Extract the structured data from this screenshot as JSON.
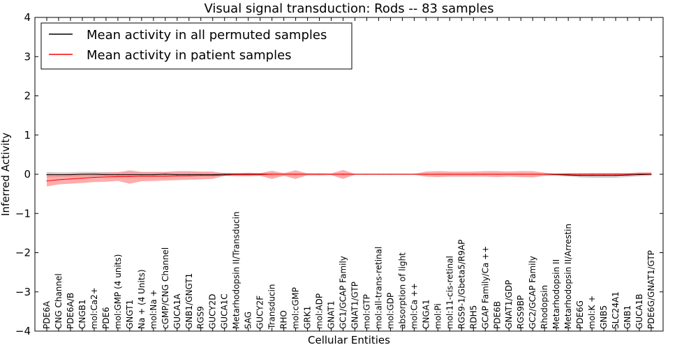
{
  "chart_data": {
    "type": "line",
    "title": "Visual signal transduction: Rods -- 83 samples",
    "xlabel": "Cellular Entities",
    "ylabel": "Inferred Activity",
    "ylim": [
      -4,
      4
    ],
    "yticks": [
      -4,
      -3,
      -2,
      -1,
      0,
      1,
      2,
      3,
      4
    ],
    "ytick_labels": [
      "−4",
      "−3",
      "−2",
      "−1",
      "0",
      "1",
      "2",
      "3",
      "4"
    ],
    "grid": false,
    "legend_position": "top-left",
    "categories": [
      "PDE6A",
      "CNG Channel",
      "PDE6A/B",
      "CNGB1",
      "mol:Ca2+",
      "PDE6",
      "mol:GMP (4 units)",
      "GNGT1",
      "Na + (4 Units)",
      "mol:Na +",
      "cGMP/CNG Channel",
      "GUCA1A",
      "GNB1/GNGT1",
      "RGS9",
      "GUCY2D",
      "GUCA1C",
      "Metarhodopsin II/Transducin",
      "SAG",
      "GUCY2F",
      "Transducin",
      "RHO",
      "mol:cGMP",
      "GRK1",
      "mol:ADP",
      "GNAT1",
      "GC1/GCAP Family",
      "GNAT1/GTP",
      "mol:GTP",
      "mol:all-trans-retinal",
      "mol:GDP",
      "absorption of light",
      "mol:Ca ++",
      "CNGA1",
      "mol:Pi",
      "mol:11-cis-retinal",
      "RGS9-1/Gbeta5/R9AP",
      "RDH5",
      "GCAP Family/Ca ++",
      "PDE6B",
      "GNAT1/GDP",
      "RGS9BP",
      "GC2/GCAP Family",
      "Rhodopsin",
      "Metarhodopsin II",
      "Metarhodopsin II/Arrestin",
      "PDE6G",
      "mol:K +",
      "GNB5",
      "SLC24A1",
      "GNB1",
      "GUCA1B",
      "PDE6G/GNAT1/GTP"
    ],
    "series": [
      {
        "name": "Mean activity in all permuted samples",
        "color": "#000000",
        "band_color": "#b0b0b0",
        "values": [
          -0.01,
          -0.01,
          -0.01,
          0.0,
          0.0,
          -0.01,
          -0.01,
          -0.01,
          -0.01,
          -0.01,
          0.0,
          -0.01,
          -0.01,
          -0.01,
          -0.01,
          0.0,
          0.0,
          0.0,
          0.0,
          0.0,
          0.0,
          0.0,
          0.0,
          0.0,
          0.0,
          0.0,
          0.0,
          0.0,
          0.0,
          0.0,
          0.0,
          0.0,
          0.0,
          0.0,
          0.0,
          0.0,
          0.0,
          0.0,
          0.0,
          0.0,
          0.0,
          0.0,
          0.0,
          -0.01,
          -0.02,
          -0.03,
          -0.03,
          -0.03,
          -0.03,
          -0.02,
          -0.01,
          0.0
        ],
        "lower": [
          -0.08,
          -0.07,
          -0.07,
          -0.06,
          -0.06,
          -0.07,
          -0.06,
          -0.06,
          -0.06,
          -0.06,
          -0.05,
          -0.06,
          -0.05,
          -0.05,
          -0.05,
          -0.04,
          -0.03,
          -0.03,
          -0.03,
          -0.03,
          -0.03,
          -0.03,
          -0.03,
          -0.03,
          -0.02,
          -0.03,
          -0.02,
          -0.02,
          -0.02,
          -0.02,
          -0.02,
          -0.02,
          -0.02,
          -0.02,
          -0.02,
          -0.02,
          -0.02,
          -0.02,
          -0.02,
          -0.02,
          -0.02,
          -0.02,
          -0.03,
          -0.04,
          -0.06,
          -0.08,
          -0.09,
          -0.09,
          -0.09,
          -0.07,
          -0.05,
          -0.04
        ],
        "upper": [
          0.06,
          0.05,
          0.05,
          0.06,
          0.06,
          0.05,
          0.05,
          0.05,
          0.05,
          0.05,
          0.05,
          0.04,
          0.04,
          0.04,
          0.04,
          0.04,
          0.03,
          0.03,
          0.03,
          0.03,
          0.03,
          0.03,
          0.03,
          0.03,
          0.02,
          0.03,
          0.02,
          0.02,
          0.02,
          0.02,
          0.02,
          0.02,
          0.02,
          0.02,
          0.02,
          0.02,
          0.02,
          0.02,
          0.02,
          0.02,
          0.02,
          0.02,
          0.02,
          0.02,
          0.02,
          0.02,
          0.03,
          0.03,
          0.03,
          0.03,
          0.03,
          0.04
        ]
      },
      {
        "name": "Mean activity in patient samples",
        "color": "#ff0000",
        "band_color": "#ff8080",
        "values": [
          -0.17,
          -0.14,
          -0.12,
          -0.1,
          -0.08,
          -0.07,
          -0.06,
          -0.06,
          -0.05,
          -0.05,
          -0.05,
          -0.04,
          -0.04,
          -0.03,
          -0.03,
          -0.02,
          -0.01,
          -0.01,
          -0.01,
          0.0,
          0.0,
          0.0,
          0.0,
          0.0,
          0.0,
          0.0,
          0.0,
          0.0,
          0.0,
          0.0,
          0.0,
          0.0,
          0.0,
          0.0,
          0.0,
          0.0,
          0.0,
          0.0,
          0.0,
          0.0,
          0.0,
          0.0,
          0.0,
          0.0,
          0.0,
          0.0,
          0.0,
          0.0,
          0.0,
          0.0,
          0.01,
          0.01
        ],
        "lower": [
          -0.31,
          -0.26,
          -0.24,
          -0.22,
          -0.2,
          -0.19,
          -0.17,
          -0.24,
          -0.18,
          -0.17,
          -0.16,
          -0.15,
          -0.14,
          -0.13,
          -0.12,
          -0.04,
          -0.05,
          -0.05,
          -0.04,
          -0.12,
          -0.04,
          -0.12,
          -0.02,
          -0.02,
          -0.02,
          -0.12,
          -0.01,
          -0.01,
          -0.01,
          -0.01,
          -0.01,
          -0.01,
          -0.06,
          -0.07,
          -0.06,
          -0.06,
          -0.06,
          -0.06,
          -0.07,
          -0.06,
          -0.07,
          -0.08,
          -0.04,
          -0.02,
          -0.02,
          -0.02,
          -0.02,
          -0.02,
          -0.02,
          -0.02,
          -0.02,
          -0.02
        ],
        "upper": [
          0.02,
          0.01,
          0.02,
          0.02,
          0.03,
          0.05,
          0.05,
          0.1,
          0.06,
          0.06,
          0.06,
          0.08,
          0.08,
          0.07,
          0.07,
          0.02,
          0.03,
          0.04,
          0.03,
          0.09,
          0.03,
          0.1,
          0.02,
          0.02,
          0.02,
          0.11,
          0.01,
          0.01,
          0.01,
          0.01,
          0.01,
          0.01,
          0.07,
          0.08,
          0.07,
          0.07,
          0.07,
          0.08,
          0.08,
          0.07,
          0.08,
          0.08,
          0.04,
          0.02,
          0.03,
          0.03,
          0.03,
          0.03,
          0.03,
          0.03,
          0.05,
          0.05
        ]
      }
    ]
  }
}
